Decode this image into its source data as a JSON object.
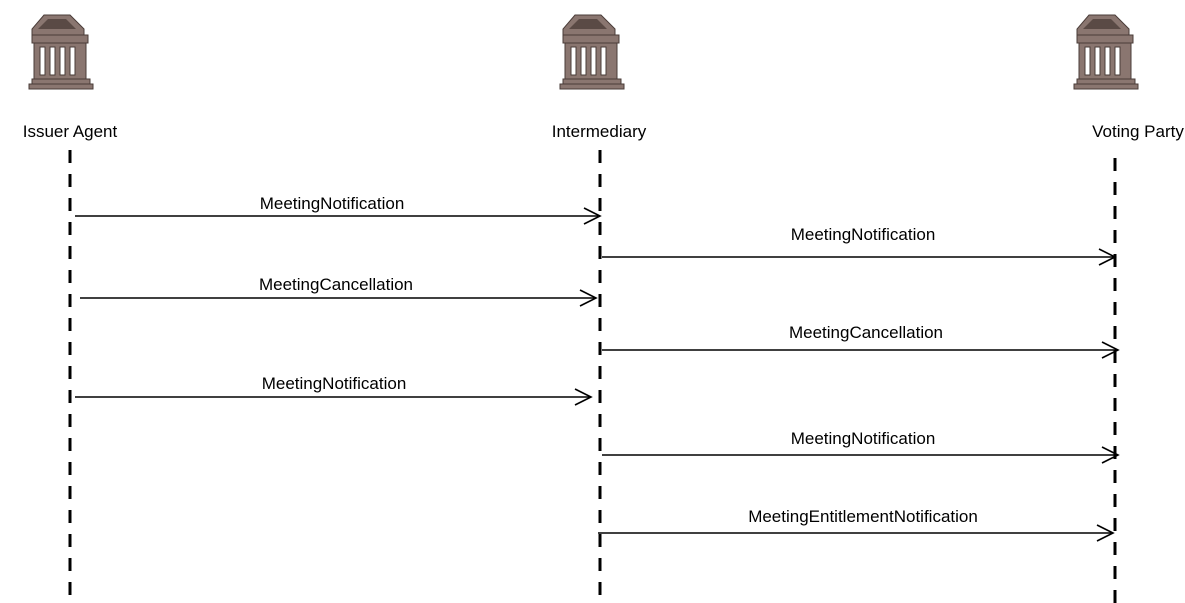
{
  "actors": [
    {
      "label": "Issuer Agent",
      "icon": "bank-building-icon"
    },
    {
      "label": "Intermediary",
      "icon": "bank-building-icon"
    },
    {
      "label": "Voting Party",
      "icon": "bank-building-icon"
    }
  ],
  "messages": [
    {
      "label": "MeetingNotification",
      "from": 0,
      "to": 1
    },
    {
      "label": "MeetingNotification",
      "from": 1,
      "to": 2
    },
    {
      "label": "MeetingCancellation",
      "from": 0,
      "to": 1
    },
    {
      "label": "MeetingCancellation",
      "from": 1,
      "to": 2
    },
    {
      "label": "MeetingNotification",
      "from": 0,
      "to": 1
    },
    {
      "label": "MeetingNotification",
      "from": 1,
      "to": 2
    },
    {
      "label": "MeetingEntitlementNotification",
      "from": 1,
      "to": 2
    }
  ],
  "colors": {
    "building_body": "#8a7670",
    "building_dark": "#4a3c38",
    "building_light": "#ffffff",
    "line": "#000000"
  }
}
